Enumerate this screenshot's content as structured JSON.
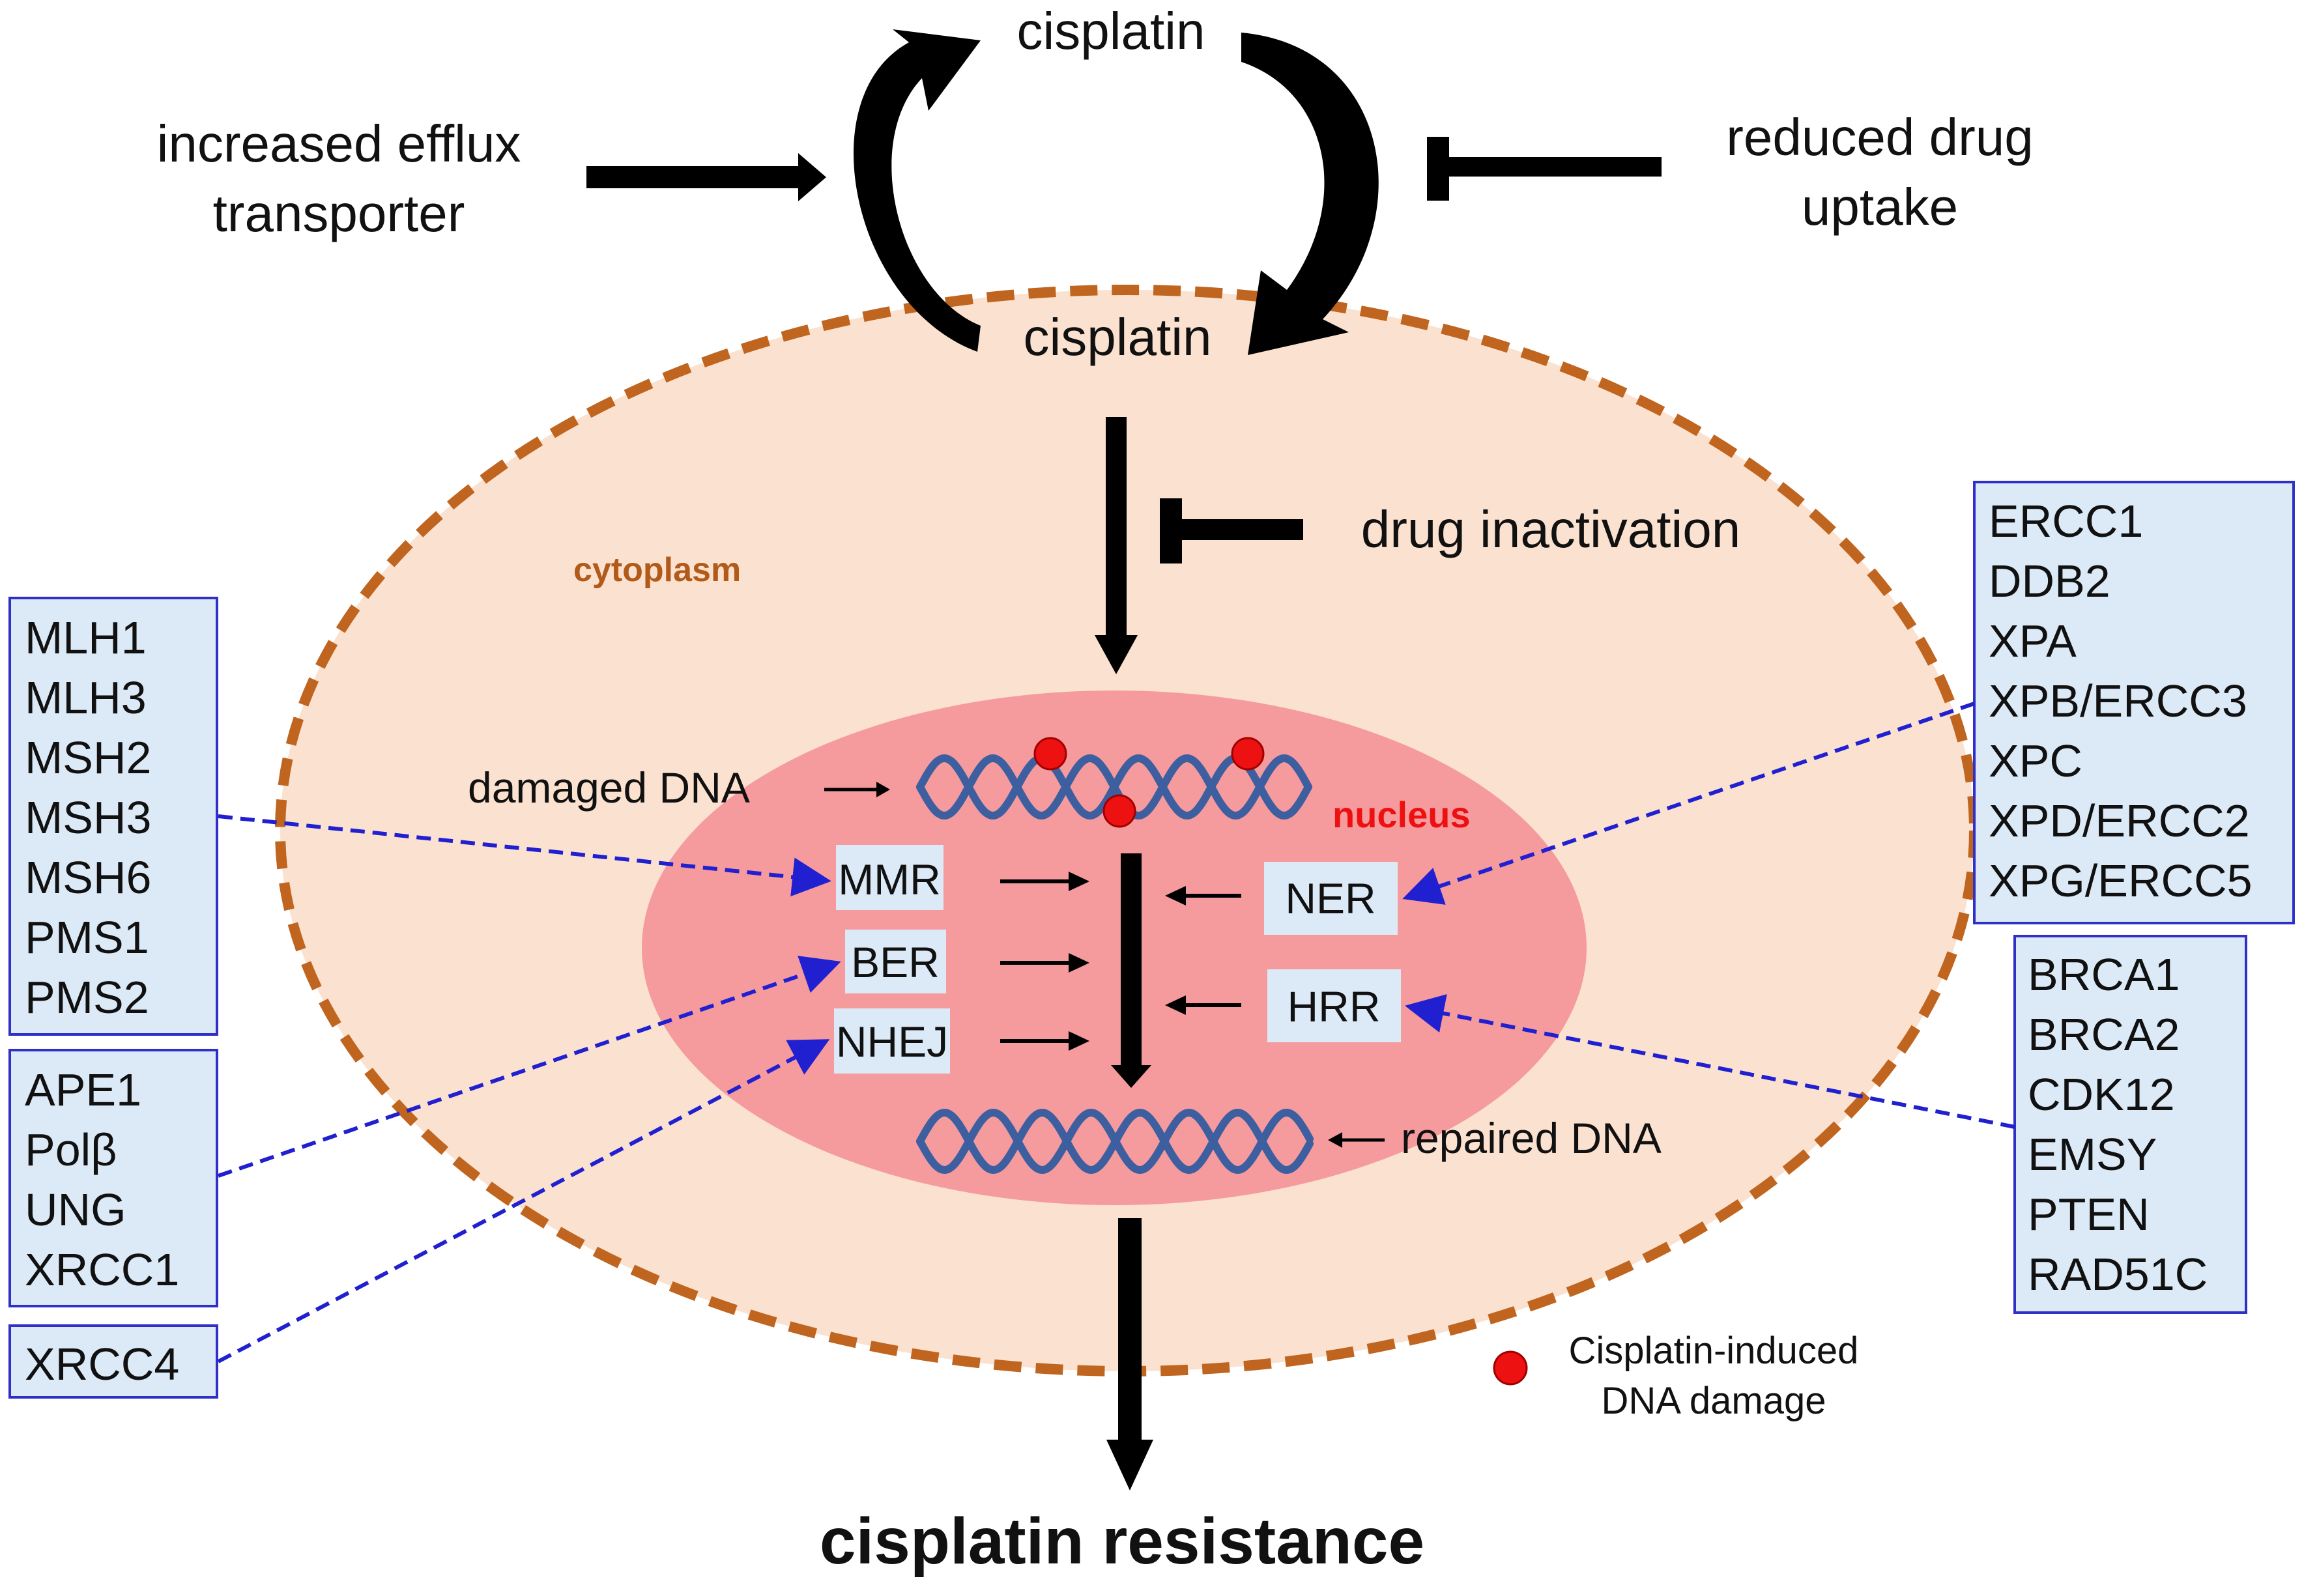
{
  "top": {
    "cisplatin_outside": "cisplatin",
    "cisplatin_inside": "cisplatin",
    "efflux": [
      "increased efflux",
      "transporter"
    ],
    "uptake": [
      "reduced drug",
      "uptake"
    ],
    "inactivation": "drug inactivation"
  },
  "cell": {
    "cytoplasm": "cytoplasm",
    "nucleus": "nucleus",
    "damaged_dna": "damaged DNA",
    "repaired_dna": "repaired DNA"
  },
  "pathways": {
    "mmr": "MMR",
    "ber": "BER",
    "nhej": "NHEJ",
    "ner": "NER",
    "hrr": "HRR"
  },
  "gene_boxes": {
    "mmr_genes": [
      "MLH1",
      "MLH3",
      "MSH2",
      "MSH3",
      "MSH6",
      "PMS1",
      "PMS2"
    ],
    "ber_genes": [
      "APE1",
      "Polβ",
      "UNG",
      "XRCC1"
    ],
    "nhej_genes": [
      "XRCC4"
    ],
    "ner_genes": [
      "ERCC1",
      "DDB2",
      "XPA",
      "XPB/ERCC3",
      "XPC",
      "XPD/ERCC2",
      "XPG/ERCC5"
    ],
    "hrr_genes": [
      "BRCA1",
      "BRCA2",
      "CDK12",
      "EMSY",
      "PTEN",
      "RAD51C"
    ]
  },
  "legend": {
    "line1": "Cisplatin-induced",
    "line2": "DNA damage"
  },
  "outcome": "cisplatin resistance",
  "colors": {
    "cytoplasm_fill": "#fbe1cf",
    "cytoplasm_border": "#c0651f",
    "cytoplasm_label": "#b15a1a",
    "nucleus_fill": "#f59a9d",
    "nucleus_label": "#ee1010",
    "box_fill": "#dce9f6",
    "box_border": "#3030c8",
    "connector": "#2020d0",
    "dna": "#3d5fa0",
    "damage_dot": "#ee1111"
  }
}
